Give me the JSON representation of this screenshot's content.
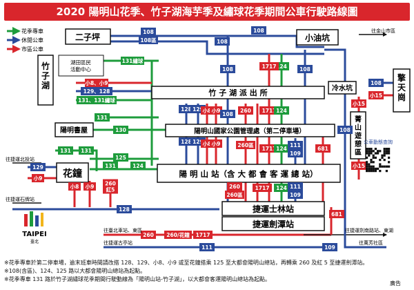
{
  "title": "2020 陽明山花季、竹子湖海芋季及繡球花季期間公車行駛路線圖",
  "legend": [
    {
      "label": "花季專車",
      "color": "#1e9c3c"
    },
    {
      "label": "休閒公車",
      "color": "#2b4b9b"
    },
    {
      "label": "市區公車",
      "color": "#d9262c"
    }
  ],
  "colors": {
    "green": "#1e9c3c",
    "blue": "#2b4b9b",
    "red": "#d9262c",
    "black": "#111111"
  },
  "stops": {
    "erziping": "二子坪",
    "xiaoyoukeng": "小油坑",
    "zhuzihu": "竹子湖",
    "hudi": "湖田區民活動中心",
    "zhuzihu_police": "竹 子 湖 派 出 所",
    "lengshuikeng": "冷水坑",
    "qingtiangang": "擎天崗",
    "yangming_bookstore": "陽明書屋",
    "ymsnp_hq": "陽明山國家公園管理處（第二停車場）",
    "qingshan": "菁山遊憩區",
    "huazhong": "花鐘",
    "yangmingshan_station": "陽 明 山 站（含 大 都 會 客 運 總 站）",
    "shilin": "捷運士林站",
    "jiantan": "捷運劍潭站"
  },
  "directions": {
    "to_jinshan": "往金山市區",
    "to_beitou1": "往捷運北投站",
    "to_shipai": "往捷運石牌站",
    "to_taipei_east": "往臺北車站、東區",
    "to_guting": "往捷運古亭站",
    "to_jiannan": "往捷運劍南路站、東湖",
    "to_fangshe": "往萬芳社區"
  },
  "routes": {
    "r108": "108",
    "r108_loop": "108區",
    "r131": "131",
    "r131_green": "131繡球",
    "r129": "129",
    "r128": "128",
    "r125": "125",
    "r124": "124",
    "r1717": "1717",
    "r260": "260",
    "r260_red": "260區",
    "r260_flower": "260/花鐘",
    "r681": "681",
    "r111": "111",
    "r109": "109",
    "r130": "130",
    "r_small8": "小8",
    "r_small9": "小9",
    "r_small15": "小15",
    "r_small8_9": "小8、小9",
    "r129_128": "129、128",
    "r131_green2": "131、131繡球",
    "r260red_label": "260\n紅5"
  },
  "qr": {
    "label": "公車動態查詢"
  },
  "logo": {
    "text": "TAIPEI",
    "sub": "臺北"
  },
  "footnotes": [
    "※花季專車於第二停車場，逾末班車時間請改搭 128、129、小8、小9 或至花鐘搭乘 125 至大都會陽明山總站，再轉乘 260 及紅 5 至捷運劍潭站。",
    "※108(含區)、124、125 路以大都會陽明山總站為起點。",
    "※花季專車 131 路於竹子湖繡球花季期間行駛動線為「陽明山站-竹子湖」，以大都會客運陽明山總站為起點。"
  ],
  "footer_right": "廣告"
}
